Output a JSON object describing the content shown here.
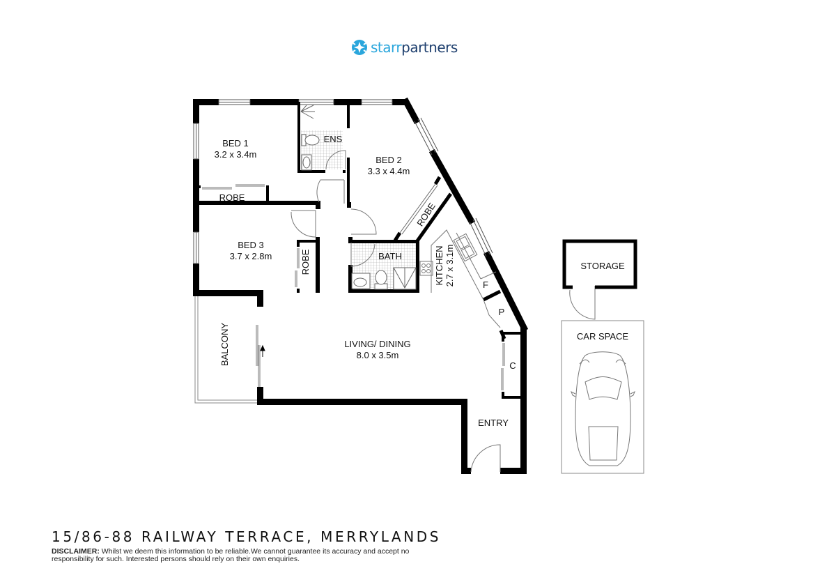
{
  "brand": {
    "logo_part1": "starr",
    "logo_part2": "partners",
    "accent_color": "#2aa6dc",
    "dark_color": "#1e3f6e"
  },
  "plan": {
    "rooms": {
      "bed1": {
        "name": "BED 1",
        "size": "3.2 x 3.4m"
      },
      "bed2": {
        "name": "BED 2",
        "size": "3.3 x 4.4m"
      },
      "bed3": {
        "name": "BED 3",
        "size": "3.7 x 2.8m"
      },
      "ens": {
        "name": "ENS"
      },
      "robe1": {
        "name": "ROBE"
      },
      "robe2": {
        "name": "ROBE"
      },
      "robe3": {
        "name": "ROBE"
      },
      "bath": {
        "name": "BATH"
      },
      "kitchen": {
        "name": "KITCHEN",
        "size": "2.7 x 3.1m"
      },
      "fridge": {
        "name": "F"
      },
      "pantry": {
        "name": "P"
      },
      "cupboard": {
        "name": "C"
      },
      "living": {
        "name": "LIVING/ DINING",
        "size": "8.0 x 3.5m"
      },
      "balcony": {
        "name": "BALCONY"
      },
      "entry": {
        "name": "ENTRY"
      },
      "storage": {
        "name": "STORAGE"
      },
      "car_space": {
        "name": "CAR SPACE"
      }
    }
  },
  "footer": {
    "address": "15/86-88 RAILWAY TERRACE, MERRYLANDS",
    "disclaimer_label": "DISCLAIMER:",
    "disclaimer_text": " Whilst we deem this information to be reliable.We cannot guarantee its accuracy and accept no responsibility for such. Interested persons should rely on their own enquiries."
  }
}
